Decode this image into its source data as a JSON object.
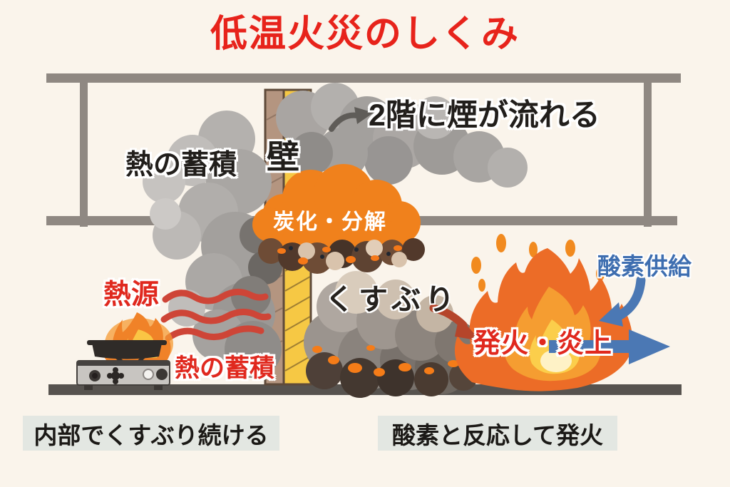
{
  "title": "低温火災のしくみ",
  "diagram": {
    "wall_label": "壁",
    "heat_accumulation_upper": "熱の蓄積",
    "smoke_flow": "2階に煙が流れる",
    "carbonization": "炭化・分解",
    "smoldering": "くすぶり",
    "heat_source": "熱源",
    "heat_accumulation_lower": "熱の蓄積",
    "ignition": "発火・炎上",
    "oxygen_supply": "酸素供給"
  },
  "captions": {
    "left": "内部でくすぶり続ける",
    "right": "酸素と反応して発火"
  },
  "scene_icons": [
    "building-frame",
    "floor-line",
    "wall-section",
    "smoke-cloud",
    "smoke-flow-arrow-icon",
    "heat-wave-lines-icon",
    "gas-stove-icon",
    "pan-icon",
    "stove-flame-icon",
    "carbonization-cloud",
    "smolder-embers",
    "big-fire-icon",
    "spark-drops-icon",
    "spread-arrow-icon",
    "oxygen-in-arrow-icon",
    "oxygen-out-arrow-icon"
  ],
  "colors": {
    "background": "#FAF4EB",
    "title_red": "#E7231B",
    "label_black": "#211E1B",
    "label_red": "#E0281E",
    "oxygen_blue": "#4B78B4",
    "oxygen_text_blue": "#3E6EB0",
    "carbonization_orange": "#F0811C",
    "frame_gray": "#8F8882",
    "floor_gray": "#57534F",
    "caption_bg": "#E3E7E2",
    "wall_insulation_yellow": "#F6C844",
    "wall_board_brown": "#B49580",
    "heat_wave_red": "#CE4537",
    "flame_outer_orange": "#EC6C27",
    "flame_mid_orange": "#F59D31",
    "flame_inner_yellow": "#FBCE4B",
    "smoke_gray": "#A3A09D"
  }
}
